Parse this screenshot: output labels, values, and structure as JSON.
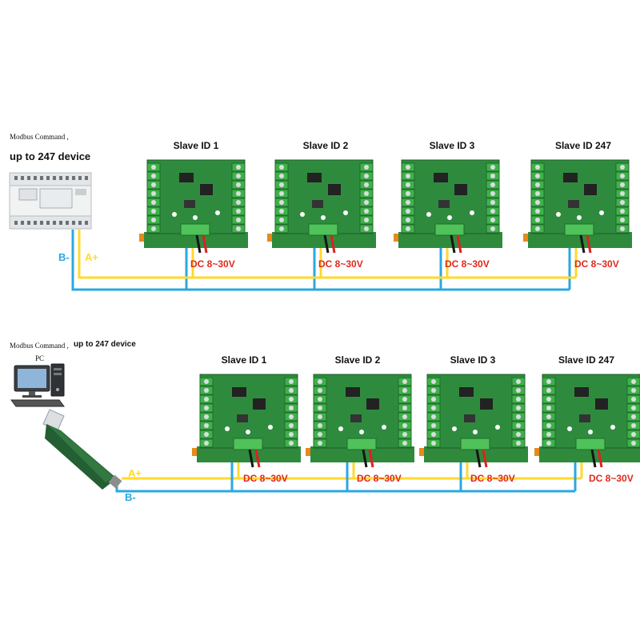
{
  "colors": {
    "line_a": "#FFD92E",
    "line_b": "#2AA8E0",
    "board_green": "#2E8B3E",
    "terminal_green": "#3FB24A",
    "dc_label": "#E0281E",
    "wire_red": "#E02020",
    "wire_black": "#151515"
  },
  "top": {
    "title_small": "Modbus Command ,",
    "title_big": "up to 247 device",
    "label_b": "B-",
    "label_a": "A+",
    "slaves": [
      {
        "id": "Slave ID 1",
        "power": "DC 8~30V"
      },
      {
        "id": "Slave ID 2",
        "power": "DC 8~30V"
      },
      {
        "id": "Slave ID 3",
        "power": "DC 8~30V"
      },
      {
        "id": "Slave ID 247",
        "power": "DC 8~30V"
      }
    ]
  },
  "bottom": {
    "title_small": "Modbus Command ,",
    "title_pc": "PC",
    "title_big": "up to 247 device",
    "label_a": "A+",
    "label_b": "B-",
    "slaves": [
      {
        "id": "Slave ID 1",
        "power": "DC 8~30V"
      },
      {
        "id": "Slave ID 2",
        "power": "DC 8~30V"
      },
      {
        "id": "Slave ID 3",
        "power": "DC 8~30V"
      },
      {
        "id": "Slave ID 247",
        "power": "DC 8~30V"
      }
    ]
  },
  "icons": {
    "plc": "plc-controller-icon",
    "pc": "desktop-pc-icon",
    "usb": "usb-rs485-adapter-icon",
    "board": "relay-board-icon"
  }
}
